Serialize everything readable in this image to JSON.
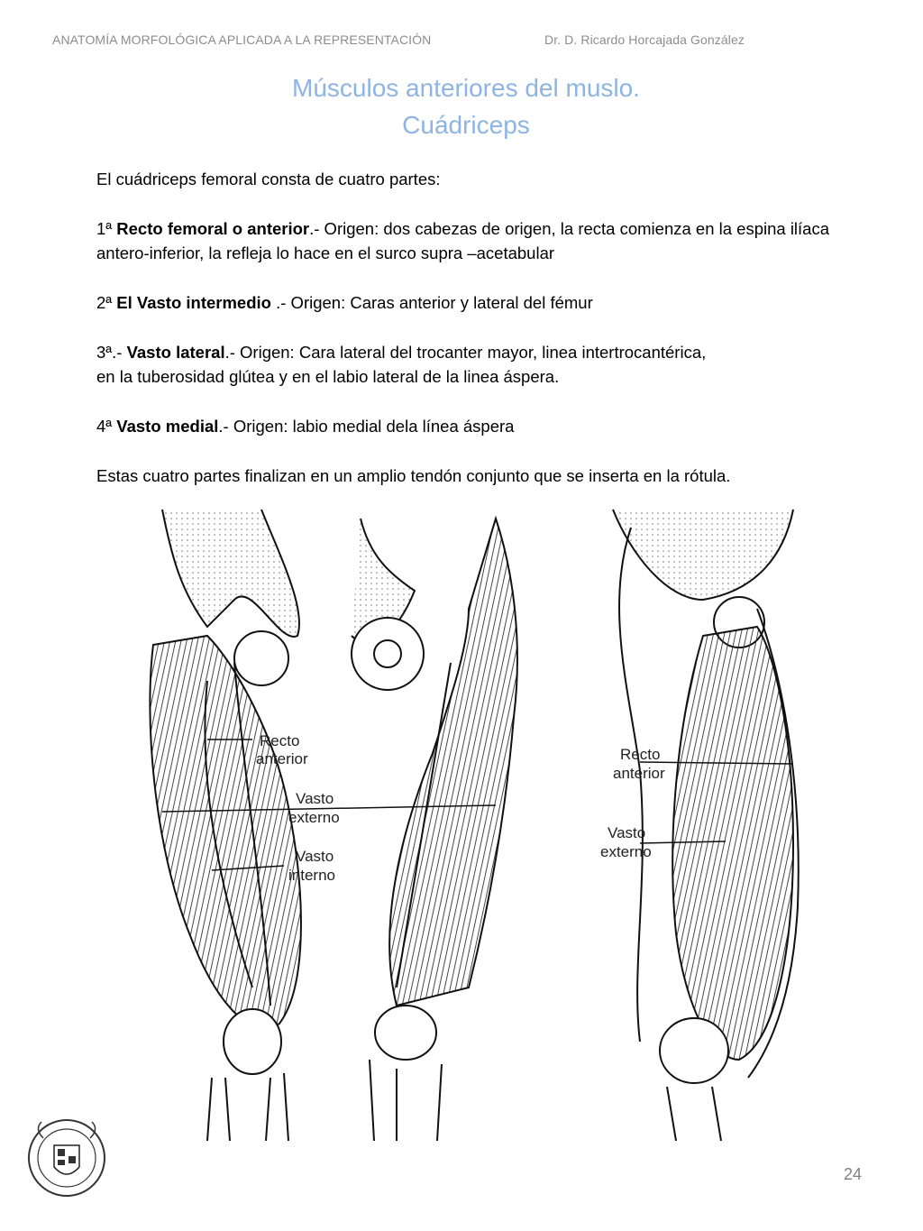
{
  "header": {
    "left": "ANATOMÍA MORFOLÓGICA APLICADA A LA REPRESENTACIÓN",
    "right": "Dr. D. Ricardo Horcajada González"
  },
  "title": {
    "line1": "Músculos anteriores del muslo.",
    "line2": "Cuádriceps"
  },
  "content": {
    "intro": "El cuádriceps femoral consta de cuatro partes:",
    "p1": {
      "prefix": "1ª ",
      "bold": "Recto femoral o anterior",
      "rest": ".- Origen: dos cabezas de origen, la recta comienza en la espina ilíaca antero-inferior, la refleja lo hace en el surco supra –acetabular"
    },
    "p2": {
      "prefix": "2ª ",
      "bold": "El Vasto intermedio",
      "rest": " .- Origen: Caras anterior y lateral del fémur"
    },
    "p3": {
      "prefix": "3ª.- ",
      "bold": "Vasto lateral",
      "rest1": ".- Origen: Cara lateral del trocanter mayor, linea intertrocantérica,",
      "rest2": "en la tuberosidad glútea y en el labio lateral de la linea áspera."
    },
    "p4": {
      "prefix": "4ª ",
      "bold": "Vasto medial",
      "rest": ".- Origen: labio medial dela línea áspera"
    },
    "closing": "Estas cuatro partes finalizan en un amplio tendón conjunto que se inserta en la rótula."
  },
  "figure": {
    "labels": {
      "recto1": "Recto",
      "anterior1": "anterior",
      "vasto1": "Vasto",
      "externo1": "externo",
      "vasto2": "Vasto",
      "interno2": "interno",
      "recto3": "Recto",
      "anterior3": "anterior",
      "vasto3": "Vasto",
      "externo3": "externo"
    }
  },
  "footer": {
    "page_number": "24"
  },
  "colors": {
    "title": "#8eb4e3",
    "header": "#8c8c8c",
    "page_number": "#7f7f7f"
  }
}
